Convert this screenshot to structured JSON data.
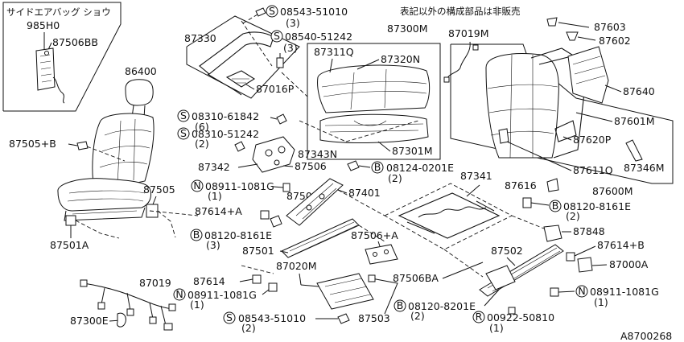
{
  "notes": {
    "inset_title": "サイドエアバッグ ショウ",
    "not_sold": "表記以外の構成部品は非販売",
    "drawing_id": "A8700268"
  },
  "parts": {
    "p985H0": "985H0",
    "p87506BB": "87506BB",
    "p86400": "86400",
    "p87505B": "87505+B",
    "p87505": "87505",
    "p87501A": "87501A",
    "p87330": "87330",
    "p87016P": "87016P",
    "p87342": "87342",
    "p87343N": "87343N",
    "p87506": "87506",
    "p87506B": "87506B",
    "p87401": "87401",
    "p87614A": "87614+A",
    "p87501": "87501",
    "p87614": "87614",
    "p87019": "87019",
    "p87300E": "87300E",
    "p87020M": "87020M",
    "p87503": "87503",
    "p87506A": "87506+A",
    "p87506BA": "87506BA",
    "p87300M": "87300M",
    "p87311Q": "87311Q",
    "p87320N": "87320N",
    "p87301M": "87301M",
    "p87019M": "87019M",
    "p87603": "87603",
    "p87602": "87602",
    "p87640": "87640",
    "p87601M": "87601M",
    "p87620P": "87620P",
    "p87611Q": "87611Q",
    "p87346M": "87346M",
    "p87600M": "87600M",
    "p87616": "87616",
    "p87341": "87341",
    "p87848": "87848",
    "p87614B": "87614+B",
    "p87502": "87502",
    "p87000A": "87000A"
  },
  "fasteners": {
    "f1": {
      "code": "S",
      "number": "08543-51010",
      "qty": "(3)"
    },
    "f2": {
      "code": "S",
      "number": "08540-51242",
      "qty": "(3)"
    },
    "f3": {
      "code": "S",
      "number": "08310-61842",
      "qty": "(6)"
    },
    "f4": {
      "code": "S",
      "number": "08310-51242",
      "qty": "(2)"
    },
    "f5": {
      "code": "B",
      "number": "08124-0201E",
      "qty": "(2)"
    },
    "f6": {
      "code": "N",
      "number": "08911-1081G",
      "qty": "(1)"
    },
    "f7": {
      "code": "B",
      "number": "08120-8161E",
      "qty": "(3)"
    },
    "f8": {
      "code": "N",
      "number": "08911-1081G",
      "qty": "(1)"
    },
    "f9": {
      "code": "S",
      "number": "08543-51010",
      "qty": "(2)"
    },
    "f10": {
      "code": "B",
      "number": "08120-8201E",
      "qty": "(2)"
    },
    "f11": {
      "code": "R",
      "number": "00922-50810",
      "qty": "(1)"
    },
    "f12": {
      "code": "B",
      "number": "08120-8161E",
      "qty": "(2)"
    },
    "f13": {
      "code": "N",
      "number": "08911-1081G",
      "qty": "(1)"
    }
  }
}
